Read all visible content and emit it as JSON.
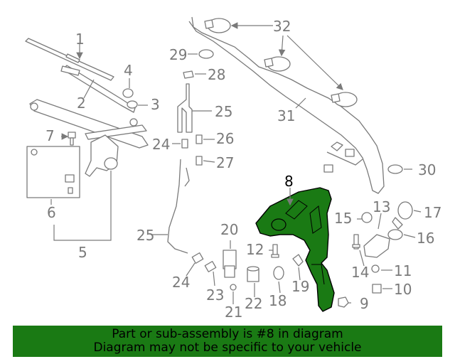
{
  "callouts": {
    "c1": "1",
    "c2": "2",
    "c3": "3",
    "c4": "4",
    "c5": "5",
    "c6": "6",
    "c7": "7",
    "c8": "8",
    "c9": "9",
    "c10": "10",
    "c11": "11",
    "c12": "12",
    "c13": "13",
    "c14": "14",
    "c15": "15",
    "c16": "16",
    "c17": "17",
    "c18": "18",
    "c19": "19",
    "c20": "20",
    "c21": "21",
    "c22": "22",
    "c23": "23",
    "c24a": "24",
    "c24b": "24",
    "c25a": "25",
    "c25b": "25",
    "c26": "26",
    "c27": "27",
    "c28": "28",
    "c29": "29",
    "c30": "30",
    "c31": "31",
    "c32": "32"
  },
  "highlight_color": "#1a7a14",
  "banner": {
    "line1": "Part or sub-assembly is #8 in diagram",
    "line2": "Diagram may not be specific to your vehicle"
  }
}
